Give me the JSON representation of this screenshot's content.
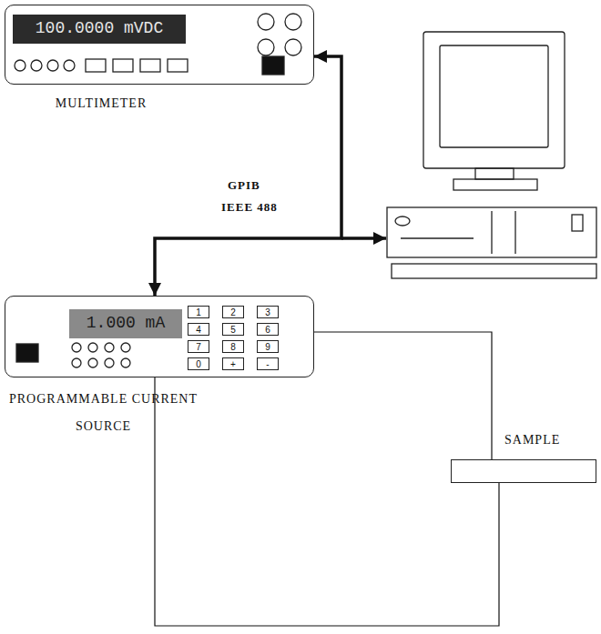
{
  "diagram": {
    "nodes": [
      {
        "text": [
          "100.0000 mVDC",
          "MULTIMETER"
        ]
      },
      {
        "text": [
          "1.000 mA",
          "PROGRAMMABLE CURRENT SOURCE"
        ]
      },
      {
        "text": [
          "SAMPLE"
        ]
      }
    ],
    "edges": [
      {
        "from": 1,
        "to": 0,
        "arrow": "both"
      },
      {
        "from": 1,
        "to": 2,
        "arrow": "none"
      },
      {
        "from": 1,
        "to": 2,
        "arrow": "none"
      }
    ],
    "labels": [
      "GPIB",
      "IEEE 488",
      "1",
      "2",
      "3",
      "4",
      "5",
      "6",
      "7",
      "8",
      "9",
      "0",
      "+",
      "-"
    ]
  }
}
